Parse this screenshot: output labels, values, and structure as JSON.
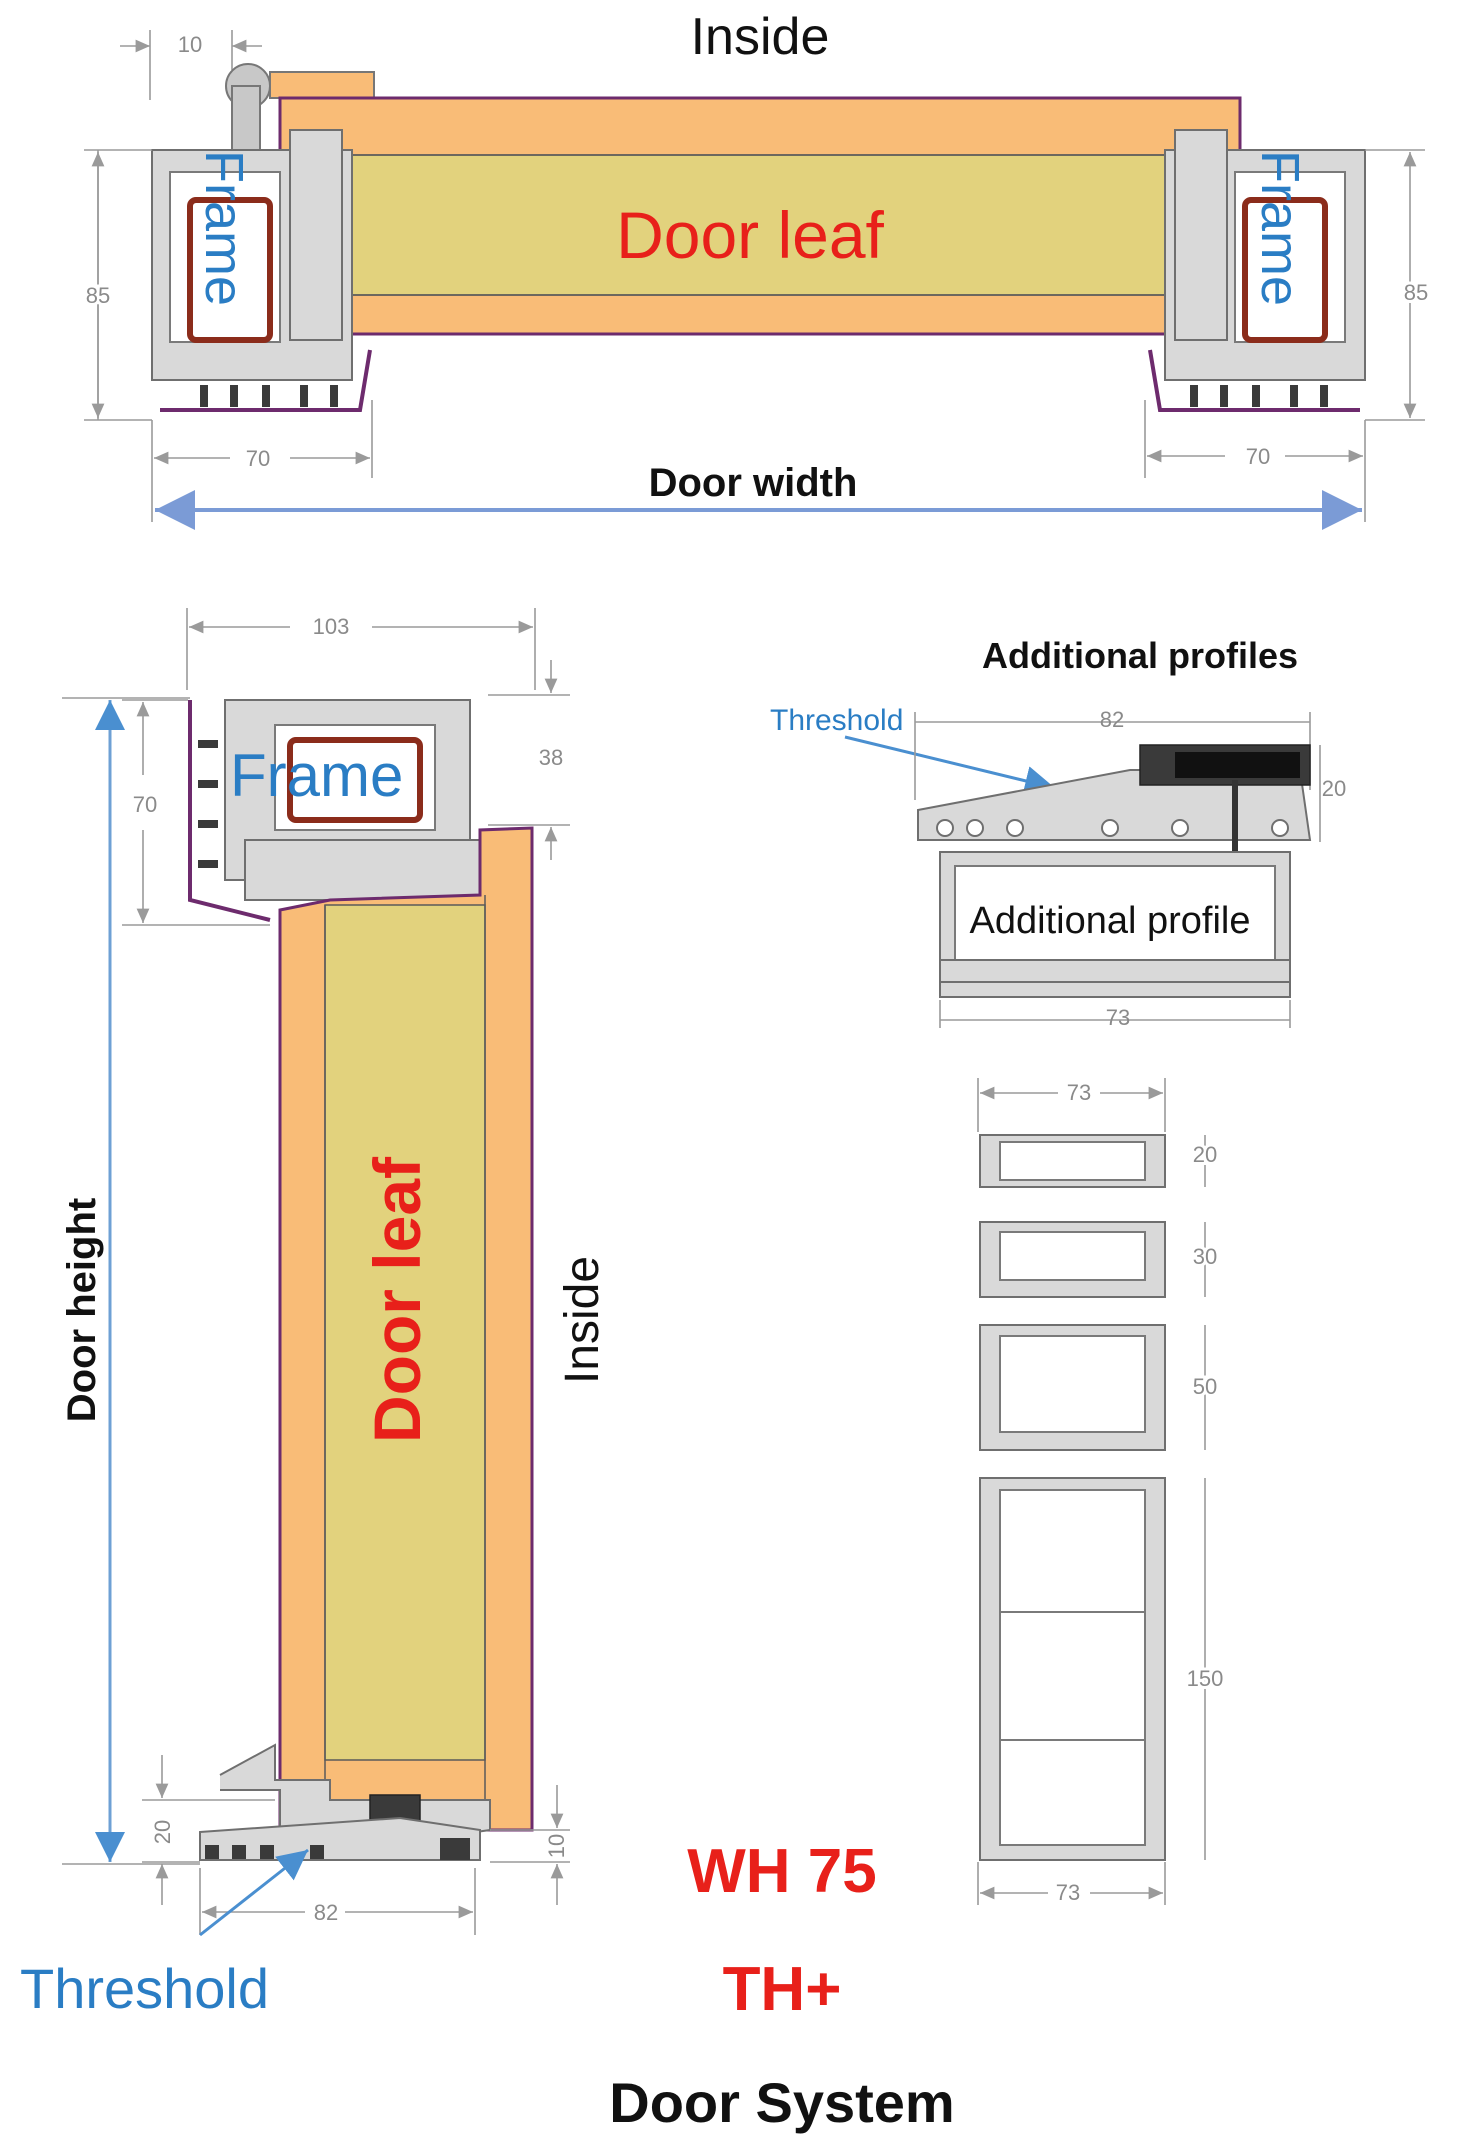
{
  "top_section": {
    "inside_label": "Inside",
    "door_leaf_label": "Door leaf",
    "frame_left_label": "Frame",
    "frame_right_label": "Frame",
    "door_width_label": "Door width",
    "dim_10": "10",
    "dim_85_left": "85",
    "dim_85_right": "85",
    "dim_70_left": "70",
    "dim_70_right": "70"
  },
  "side_section": {
    "dim_103": "103",
    "dim_38": "38",
    "dim_70": "70",
    "frame_label": "Frame",
    "door_leaf_label": "Door leaf",
    "inside_label": "Inside",
    "door_height_label": "Door height",
    "dim_20": "20",
    "dim_10": "10",
    "dim_82": "82",
    "threshold_label": "Threshold"
  },
  "additional": {
    "title": "Additional profiles",
    "threshold_label": "Threshold",
    "additional_profile_label": "Additional profile",
    "dim_82_small": "82",
    "dim_73_small": "73",
    "dim_20_small": "20",
    "stack_width_top": "73",
    "stack_width_bottom": "73",
    "heights": [
      "20",
      "30",
      "50",
      "150"
    ]
  },
  "footer": {
    "model": "WH 75",
    "variant": "TH+",
    "system": "Door System"
  },
  "colors": {
    "leaf_outer": "#f9bc77",
    "leaf_core": "#e2d27d",
    "label_red": "#e8201a",
    "label_blue": "#2a7dc4",
    "width_arrow": "#7b9bd6"
  }
}
